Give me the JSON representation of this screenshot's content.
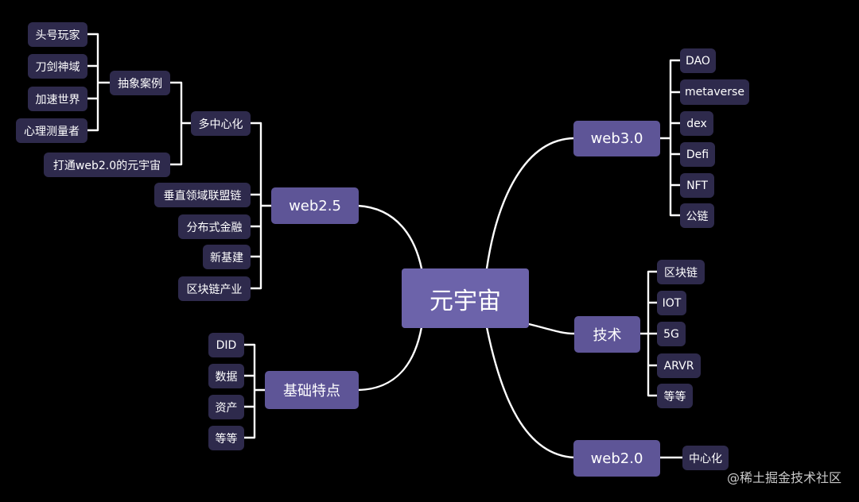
{
  "root": "元宇宙",
  "web25": {
    "label": "web2.5",
    "children": [
      "多中心化",
      "垂直领域联盟链",
      "分布式金融",
      "新基建",
      "区块链产业"
    ],
    "multi_center": {
      "label": "多中心化",
      "children": [
        "抽象案例",
        "打通web2.0的元宇宙"
      ],
      "abstract_cases": {
        "label": "抽象案例",
        "children": [
          "头号玩家",
          "刀剑神域",
          "加速世界",
          "心理测量者"
        ]
      }
    }
  },
  "basic": {
    "label": "基础特点",
    "children": [
      "DID",
      "数据",
      "资产",
      "等等"
    ]
  },
  "web30": {
    "label": "web3.0",
    "children": [
      "DAO",
      "metaverse",
      "dex",
      "Defi",
      "NFT",
      "公链"
    ]
  },
  "tech": {
    "label": "技术",
    "children": [
      "区块链",
      "IOT",
      "5G",
      "ARVR",
      "等等"
    ]
  },
  "web20": {
    "label": "web2.0",
    "children": [
      "中心化"
    ]
  },
  "watermark": "@稀土掘金技术社区",
  "colors": {
    "background": "#000000",
    "leaf": "#2e2a4c",
    "main": "#5e5597",
    "root": "#6c63aa",
    "line": "#ffffff"
  }
}
